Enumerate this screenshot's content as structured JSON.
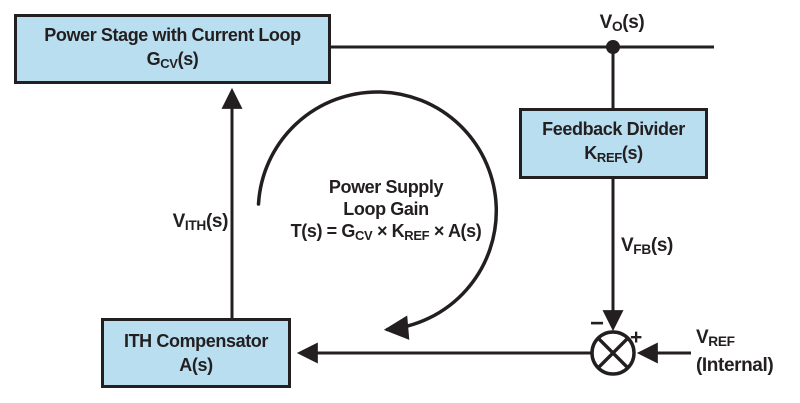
{
  "diagram": {
    "boxes": {
      "power_stage": {
        "title": "Power Stage with Current Loop",
        "symbol": {
          "pre": "G",
          "sub": "CV",
          "post": "(s)"
        }
      },
      "feedback_divider": {
        "title": "Feedback Divider",
        "symbol": {
          "pre": "K",
          "sub": "REF",
          "post": "(s)"
        }
      },
      "ith_compensator": {
        "title": "ITH Compensator",
        "line2": "A(s)"
      }
    },
    "labels": {
      "vo": {
        "pre": "V",
        "sub": "O",
        "post": "(s)"
      },
      "vfb": {
        "pre": "V",
        "sub": "FB",
        "post": "(s)"
      },
      "vith": {
        "pre": "V",
        "sub": "ITH",
        "post": "(s)"
      },
      "vref": {
        "pre": "V",
        "sub": "REF",
        "line2": "(Internal)"
      },
      "minus": "−",
      "plus": "+"
    },
    "loop_annotation": {
      "line1": "Power Supply",
      "line2": "Loop Gain",
      "formula": {
        "p1": "T(s) = G",
        "s1": "CV",
        "p2": " × K",
        "s2": "REF",
        "p3": " × A(s)"
      }
    },
    "colors": {
      "box_fill": "#B9DEF0",
      "line": "#231F20",
      "background": "#FFFFFF"
    }
  }
}
